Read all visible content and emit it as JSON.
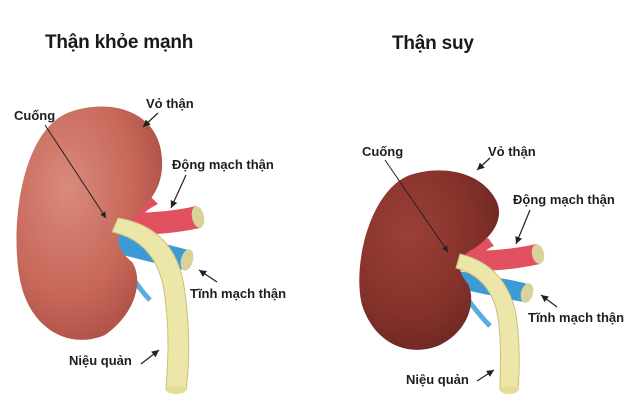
{
  "panels": [
    {
      "id": "healthy",
      "title": "Thận khỏe mạnh",
      "kidney_color": "#c7685a",
      "labels": {
        "hilum": "Cuống",
        "capsule": "Vỏ thận",
        "artery": "Động mạch thận",
        "vein": "Tĩnh mạch thận",
        "ureter": "Niệu quản"
      }
    },
    {
      "id": "failing",
      "title": "Thận suy",
      "kidney_color": "#85322b",
      "labels": {
        "hilum": "Cuống",
        "capsule": "Vỏ thận",
        "artery": "Động mạch thận",
        "vein": "Tĩnh mạch thận",
        "ureter": "Niệu quản"
      }
    }
  ],
  "colors": {
    "artery": "#e0505e",
    "vein": "#3c9ad4",
    "ureter": "#ece6a8",
    "ureter_edge": "#c9c07a",
    "arrow": "#222222"
  }
}
